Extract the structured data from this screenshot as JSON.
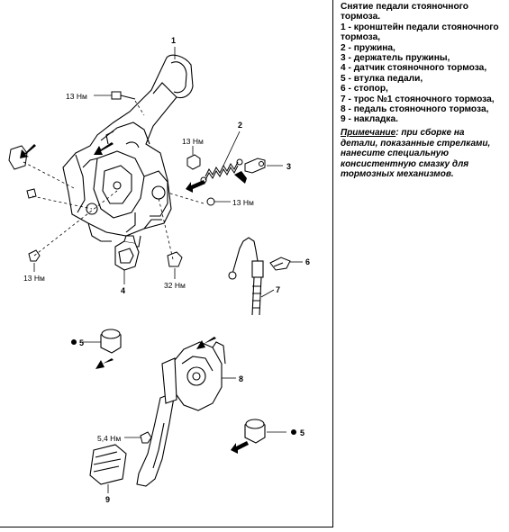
{
  "legend": {
    "title": "Снятие педали стояночного тормоза.",
    "items": [
      "1 - кронштейн педали стояночного тормоза,",
      "2 - пружина,",
      "3 - держатель пружины,",
      "4 - датчик стояночного тормоза,",
      "5 - втулка педали,",
      "6 - стопор,",
      "7 - трос №1 стояночного тормоза,",
      "8 - педаль стояночного тормоза,",
      "9 - накладка."
    ]
  },
  "note": {
    "label": "Примечание",
    "text": ": при сборке на детали, показанные стрелками, нанесите специальную консистентную смазку для тормозных механизмов."
  },
  "diagram": {
    "callouts": [
      "1",
      "2",
      "3",
      "4",
      "5",
      "6",
      "7",
      "8",
      "5",
      "9"
    ],
    "torques": [
      "13 Нм",
      "13 Нм",
      "13 Нм",
      "13 Нм",
      "32 Нм",
      "5,4 Нм"
    ]
  }
}
